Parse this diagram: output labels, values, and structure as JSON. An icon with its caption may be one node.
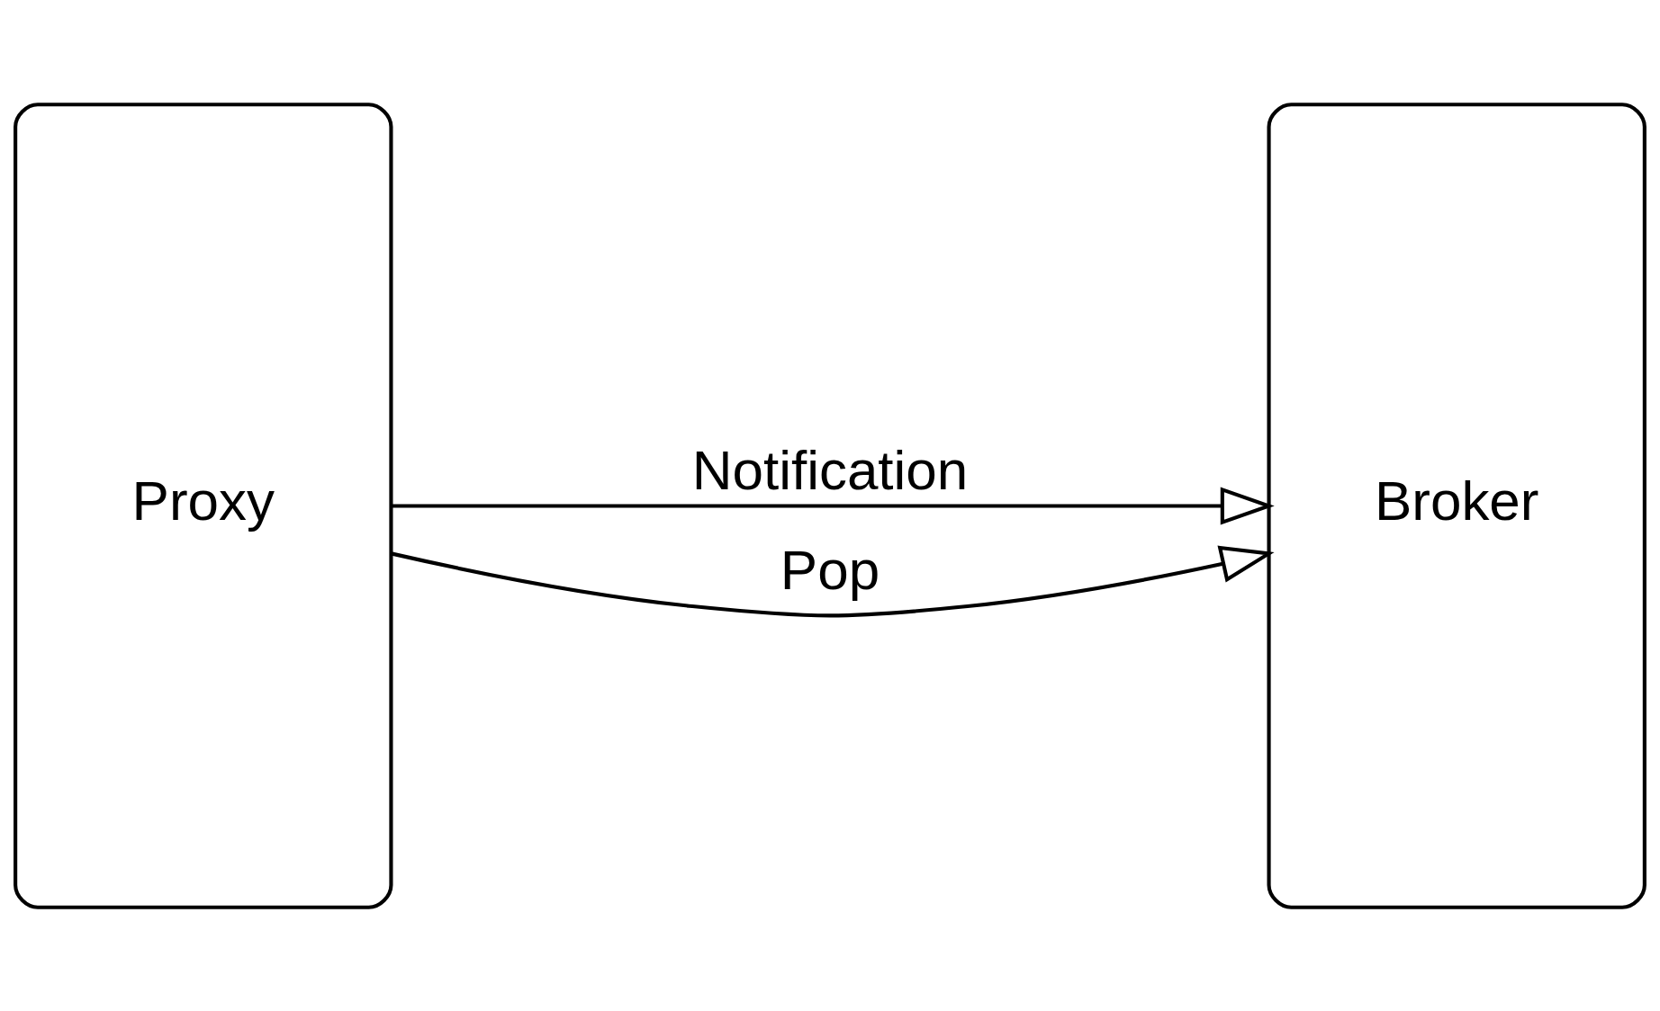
{
  "diagram": {
    "nodes": [
      {
        "text": [
          "Proxy"
        ]
      },
      {
        "text": [
          "Broker"
        ]
      }
    ],
    "edges": [
      {
        "from": 0,
        "to": 1,
        "arrow": "to",
        "label": "Notification"
      },
      {
        "from": 0,
        "to": 1,
        "arrow": "to",
        "label": "Pop"
      }
    ]
  }
}
